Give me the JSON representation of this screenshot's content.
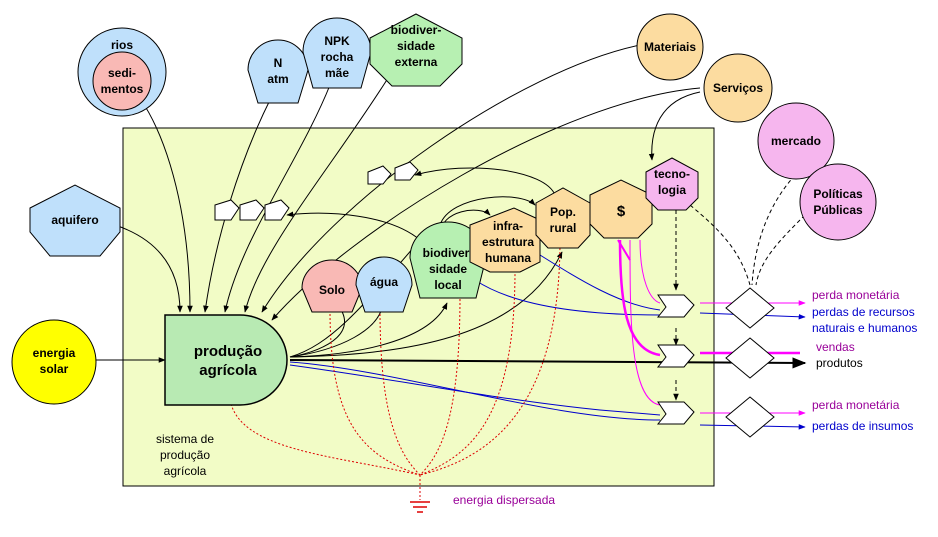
{
  "system_label": [
    "sistema de",
    "produção",
    "agrícola"
  ],
  "production": [
    "produção",
    "agrícola"
  ],
  "energy_source": [
    "energia",
    "solar"
  ],
  "aquifer": "aquifero",
  "rivers": "rios",
  "sediments": [
    "sedi-",
    "mentos"
  ],
  "nitrogen": [
    "N",
    "atm"
  ],
  "npk": [
    "NPK",
    "rocha",
    "mãe"
  ],
  "external_biodiversity": [
    "biodiver-",
    "sidade",
    "externa"
  ],
  "materials": "Materiais",
  "services": "Serviços",
  "market": "mercado",
  "policies": [
    "Políticas",
    "Públicas"
  ],
  "technology": [
    "tecno-",
    "logia"
  ],
  "money": "$",
  "rural_population": [
    "Pop.",
    "rural"
  ],
  "infrastructure": [
    "infra-",
    "estrutura",
    "humana"
  ],
  "local_biodiversity": [
    "biodiver-",
    "sidade",
    "local"
  ],
  "soil": "Solo",
  "water": "água",
  "outputs": {
    "monetary_loss_1": "perda monetária",
    "resource_loss": [
      "perdas de recursos",
      "naturais e humanos"
    ],
    "sales": "vendas",
    "products": "produtos",
    "monetary_loss_2": "perda monetária",
    "input_loss": "perdas de insumos"
  },
  "dispersed_energy": "energia dispersada",
  "colors": {
    "system": "#f2fcc6",
    "blue_source": "#bfe0fb",
    "green_source": "#b7f0b2",
    "orange_source": "#fcdca0",
    "pink_source": "#f6b6ee",
    "red_source": "#f9b9b5",
    "production": "#b8eab3",
    "solar": "#ffff00",
    "money_line": "#ff00ff",
    "resource_line": "#0000cc",
    "heat_line": "#cc0000"
  }
}
